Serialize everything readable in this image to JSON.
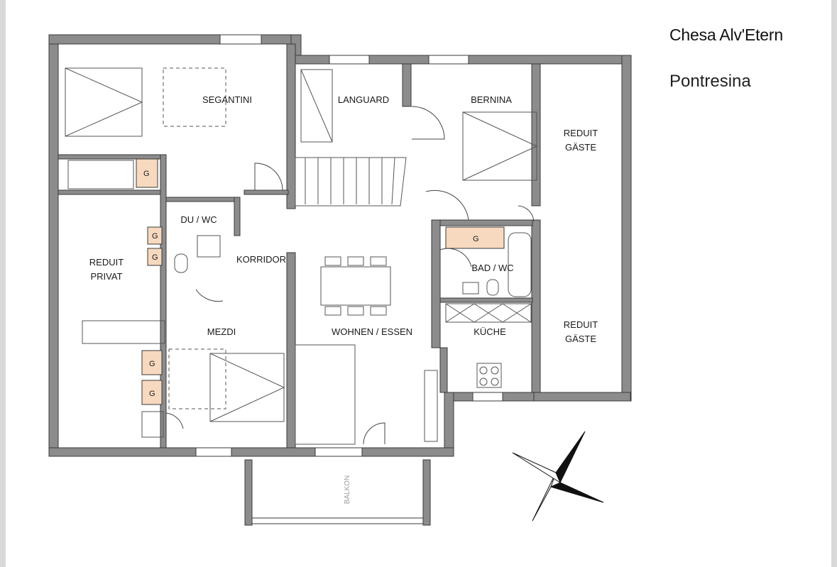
{
  "header": {
    "title": "Chesa Alv'Etern",
    "location": "Pontresina"
  },
  "rooms": {
    "segantini": "SEGANTINI",
    "languard": "LANGUARD",
    "bernina": "BERNINA",
    "reduit_gaeste_top_line1": "REDUIT",
    "reduit_gaeste_top_line2": "GÄSTE",
    "du_wc": "DU / WC",
    "korridor": "KORRIDOR",
    "reduit_privat_line1": "REDUIT",
    "reduit_privat_line2": "PRIVAT",
    "bad_wc": "BAD / WC",
    "wohnen_essen": "WOHNEN / ESSEN",
    "kueche": "KÜCHE",
    "mezdi": "MEZDI",
    "reduit_gaeste_bottom_line1": "REDUIT",
    "reduit_gaeste_bottom_line2": "GÄSTE",
    "balkon": "BALKON"
  },
  "markers": {
    "g": "G"
  },
  "colors": {
    "wall": "#8c8c8c",
    "wall_stroke": "#3a3a3a",
    "highlight_cabinet": "#f7d9bf",
    "line": "#444444"
  }
}
